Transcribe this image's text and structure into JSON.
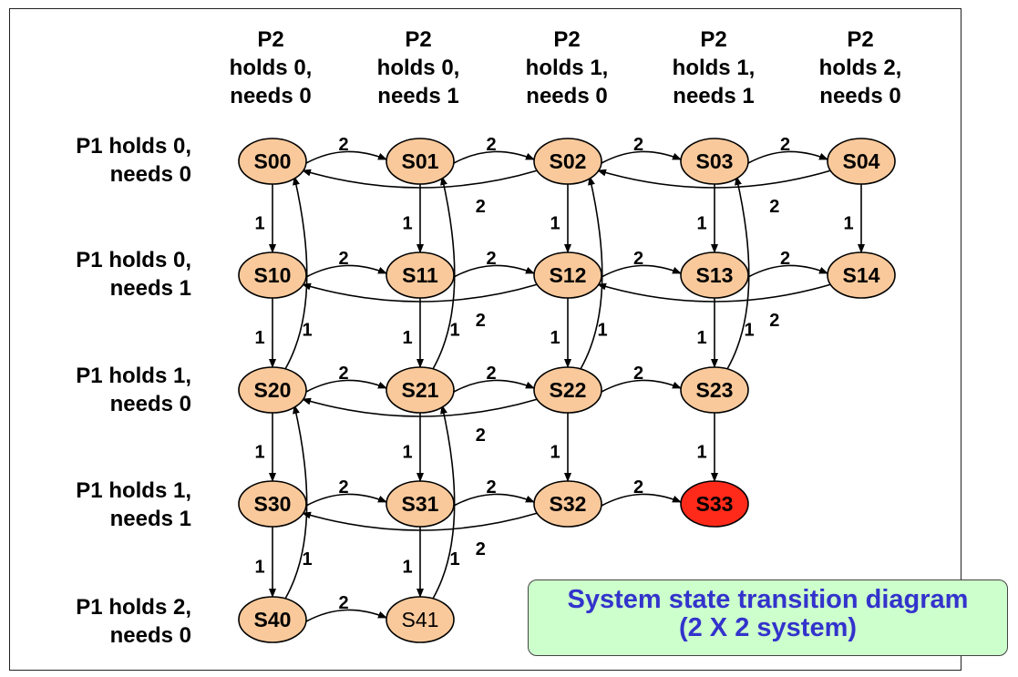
{
  "column_headers": [
    {
      "line1": "P2",
      "line2": "holds  0,",
      "line3": "needs 0"
    },
    {
      "line1": "P2",
      "line2": "holds  0,",
      "line3": "needs 1"
    },
    {
      "line1": "P2",
      "line2": "holds  1,",
      "line3": "needs 0"
    },
    {
      "line1": "P2",
      "line2": "holds  1,",
      "line3": "needs 1"
    },
    {
      "line1": "P2",
      "line2": "holds  2,",
      "line3": "needs 0"
    }
  ],
  "row_headers": [
    {
      "line1": "P1 holds  0,",
      "line2": "needs  0"
    },
    {
      "line1": "P1 holds  0,",
      "line2": "needs  1"
    },
    {
      "line1": "P1 holds  1,",
      "line2": "needs  0"
    },
    {
      "line1": "P1 holds  1,",
      "line2": "needs  1"
    },
    {
      "line1": "P1 holds  2,",
      "line2": "needs  0"
    }
  ],
  "nodes": [
    {
      "id": "S00",
      "label": "S00",
      "row": 0,
      "col": 0
    },
    {
      "id": "S01",
      "label": "S01",
      "row": 0,
      "col": 1
    },
    {
      "id": "S02",
      "label": "S02",
      "row": 0,
      "col": 2
    },
    {
      "id": "S03",
      "label": "S03",
      "row": 0,
      "col": 3
    },
    {
      "id": "S04",
      "label": "S04",
      "row": 0,
      "col": 4
    },
    {
      "id": "S10",
      "label": "S10",
      "row": 1,
      "col": 0
    },
    {
      "id": "S11",
      "label": "S11",
      "row": 1,
      "col": 1
    },
    {
      "id": "S12",
      "label": "S12",
      "row": 1,
      "col": 2
    },
    {
      "id": "S13",
      "label": "S13",
      "row": 1,
      "col": 3
    },
    {
      "id": "S14",
      "label": "S14",
      "row": 1,
      "col": 4
    },
    {
      "id": "S20",
      "label": "S20",
      "row": 2,
      "col": 0
    },
    {
      "id": "S21",
      "label": "S21",
      "row": 2,
      "col": 1
    },
    {
      "id": "S22",
      "label": "S22",
      "row": 2,
      "col": 2
    },
    {
      "id": "S23",
      "label": "S23",
      "row": 2,
      "col": 3
    },
    {
      "id": "S30",
      "label": "S30",
      "row": 3,
      "col": 0
    },
    {
      "id": "S31",
      "label": "S31",
      "row": 3,
      "col": 1
    },
    {
      "id": "S32",
      "label": "S32",
      "row": 3,
      "col": 2
    },
    {
      "id": "S33",
      "label": "S33",
      "row": 3,
      "col": 3,
      "status": "deadlock"
    },
    {
      "id": "S40",
      "label": "S40",
      "row": 4,
      "col": 0
    },
    {
      "id": "S41",
      "label": "S41",
      "row": 4,
      "col": 1,
      "style": "plain"
    }
  ],
  "edges": [
    {
      "from": "S00",
      "to": "S01",
      "label": "2",
      "kind": "right"
    },
    {
      "from": "S01",
      "to": "S02",
      "label": "2",
      "kind": "right"
    },
    {
      "from": "S02",
      "to": "S03",
      "label": "2",
      "kind": "right"
    },
    {
      "from": "S03",
      "to": "S04",
      "label": "2",
      "kind": "right"
    },
    {
      "from": "S10",
      "to": "S11",
      "label": "2",
      "kind": "right"
    },
    {
      "from": "S11",
      "to": "S12",
      "label": "2",
      "kind": "right"
    },
    {
      "from": "S12",
      "to": "S13",
      "label": "2",
      "kind": "right"
    },
    {
      "from": "S13",
      "to": "S14",
      "label": "2",
      "kind": "right"
    },
    {
      "from": "S20",
      "to": "S21",
      "label": "2",
      "kind": "right"
    },
    {
      "from": "S21",
      "to": "S22",
      "label": "2",
      "kind": "right"
    },
    {
      "from": "S22",
      "to": "S23",
      "label": "2",
      "kind": "right"
    },
    {
      "from": "S30",
      "to": "S31",
      "label": "2",
      "kind": "right"
    },
    {
      "from": "S31",
      "to": "S32",
      "label": "2",
      "kind": "right"
    },
    {
      "from": "S32",
      "to": "S33",
      "label": "2",
      "kind": "right"
    },
    {
      "from": "S40",
      "to": "S41",
      "label": "2",
      "kind": "right"
    },
    {
      "from": "S00",
      "to": "S10",
      "label": "1",
      "kind": "down"
    },
    {
      "from": "S01",
      "to": "S11",
      "label": "1",
      "kind": "down"
    },
    {
      "from": "S02",
      "to": "S12",
      "label": "1",
      "kind": "down"
    },
    {
      "from": "S03",
      "to": "S13",
      "label": "1",
      "kind": "down"
    },
    {
      "from": "S04",
      "to": "S14",
      "label": "1",
      "kind": "down"
    },
    {
      "from": "S10",
      "to": "S20",
      "label": "1",
      "kind": "down"
    },
    {
      "from": "S11",
      "to": "S21",
      "label": "1",
      "kind": "down"
    },
    {
      "from": "S12",
      "to": "S22",
      "label": "1",
      "kind": "down"
    },
    {
      "from": "S13",
      "to": "S23",
      "label": "1",
      "kind": "down"
    },
    {
      "from": "S20",
      "to": "S30",
      "label": "1",
      "kind": "down"
    },
    {
      "from": "S21",
      "to": "S31",
      "label": "1",
      "kind": "down"
    },
    {
      "from": "S22",
      "to": "S32",
      "label": "1",
      "kind": "down"
    },
    {
      "from": "S23",
      "to": "S33",
      "label": "1",
      "kind": "down"
    },
    {
      "from": "S30",
      "to": "S40",
      "label": "1",
      "kind": "down"
    },
    {
      "from": "S31",
      "to": "S41",
      "label": "1",
      "kind": "down"
    },
    {
      "from": "S04",
      "to": "S02",
      "label": "2",
      "kind": "back"
    },
    {
      "from": "S02",
      "to": "S00",
      "label": "2",
      "kind": "back"
    },
    {
      "from": "S14",
      "to": "S12",
      "label": "2",
      "kind": "back"
    },
    {
      "from": "S12",
      "to": "S10",
      "label": "2",
      "kind": "back"
    },
    {
      "from": "S22",
      "to": "S20",
      "label": "2",
      "kind": "back"
    },
    {
      "from": "S32",
      "to": "S30",
      "label": "2",
      "kind": "back"
    },
    {
      "from": "S20",
      "to": "S00",
      "label": "1",
      "kind": "up"
    },
    {
      "from": "S21",
      "to": "S01",
      "label": "1",
      "kind": "up"
    },
    {
      "from": "S22",
      "to": "S02",
      "label": "1",
      "kind": "up"
    },
    {
      "from": "S23",
      "to": "S03",
      "label": "1",
      "kind": "up"
    },
    {
      "from": "S40",
      "to": "S20",
      "label": "1",
      "kind": "up"
    },
    {
      "from": "S41",
      "to": "S21",
      "label": "1",
      "kind": "up"
    }
  ],
  "colors": {
    "node_fill": "#f9c99b",
    "deadlock_fill": "#ff2a1a",
    "stroke": "#000000",
    "callout_bg": "#ccffcc",
    "callout_text": "#3333cc"
  },
  "callout": {
    "line1": "System state transition diagram",
    "line2": "(2 X 2 system)"
  }
}
